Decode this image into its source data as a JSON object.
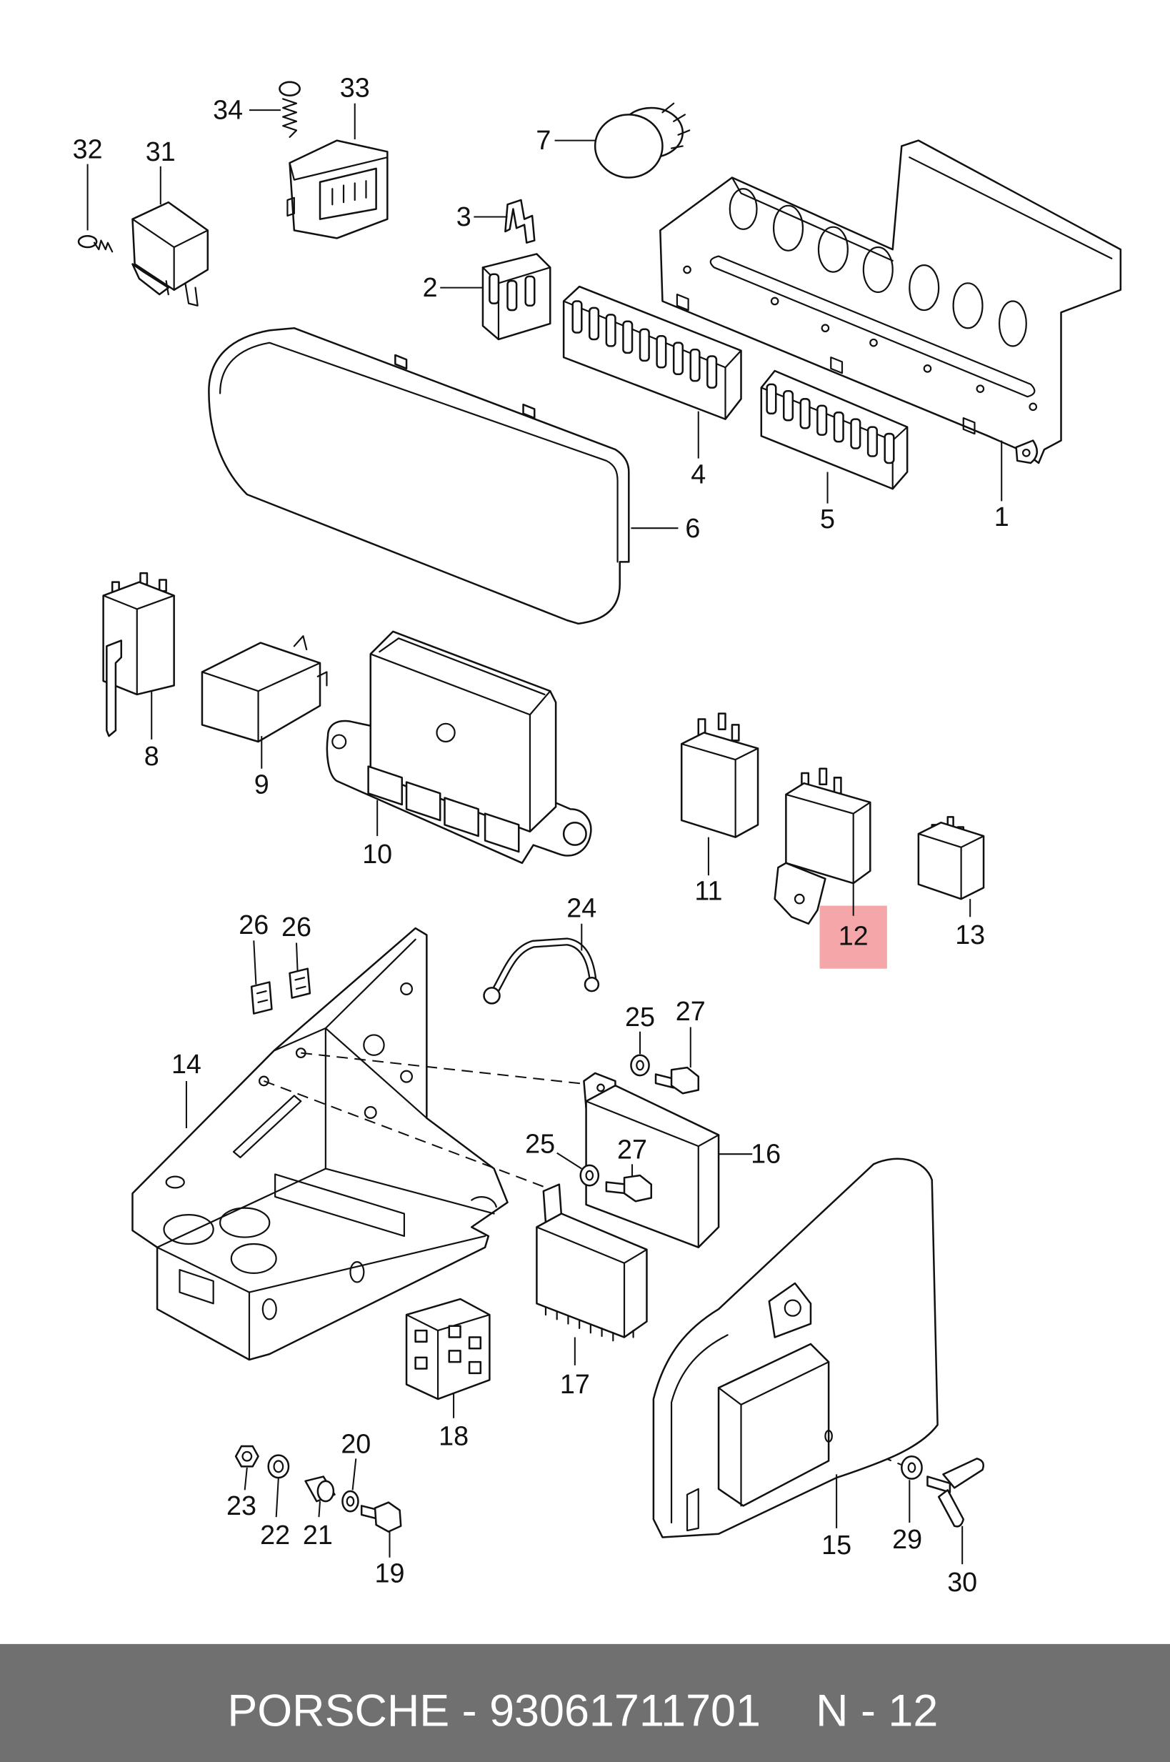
{
  "diagram": {
    "callouts": [
      "34",
      "33",
      "32",
      "31",
      "7",
      "3",
      "2",
      "4",
      "5",
      "1",
      "6",
      "8",
      "9",
      "10",
      "11",
      "13",
      "24",
      "26",
      "26",
      "14",
      "25",
      "27",
      "25",
      "27",
      "16",
      "17",
      "18",
      "20",
      "23",
      "22",
      "21",
      "19",
      "15",
      "29",
      "30"
    ],
    "highlighted_callout": "12"
  },
  "footer": {
    "part_line": "PORSCHE - 93061711701",
    "diagram_ref": "N - 12"
  },
  "colors": {
    "footer_bg": "#707070",
    "footer_text": "#ffffff",
    "highlight": "#f4a6a8",
    "line": "#111111"
  }
}
